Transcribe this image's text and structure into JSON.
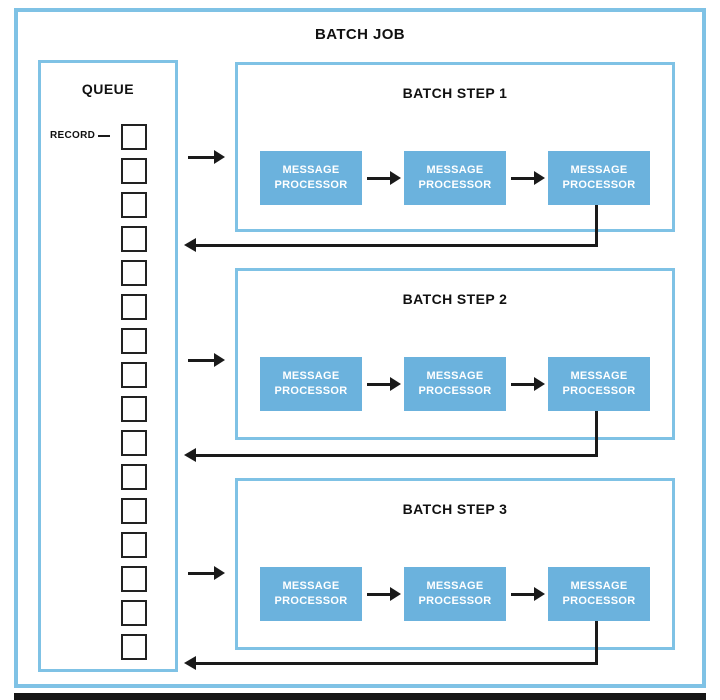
{
  "diagram": {
    "title": "BATCH JOB",
    "queue": {
      "title": "QUEUE",
      "record_label": "RECORD",
      "record_count": 16
    },
    "steps": [
      {
        "title": "BATCH STEP 1",
        "processors": [
          "MESSAGE PROCESSOR",
          "MESSAGE PROCESSOR",
          "MESSAGE PROCESSOR"
        ]
      },
      {
        "title": "BATCH STEP 2",
        "processors": [
          "MESSAGE PROCESSOR",
          "MESSAGE PROCESSOR",
          "MESSAGE PROCESSOR"
        ]
      },
      {
        "title": "BATCH STEP 3",
        "processors": [
          "MESSAGE PROCESSOR",
          "MESSAGE PROCESSOR",
          "MESSAGE PROCESSOR"
        ]
      }
    ],
    "colors": {
      "border": "#7fc2e5",
      "processor_fill": "#6bb2dd",
      "processor_text": "#ffffff",
      "arrow": "#1a1a1a",
      "background": "#ffffff"
    }
  }
}
